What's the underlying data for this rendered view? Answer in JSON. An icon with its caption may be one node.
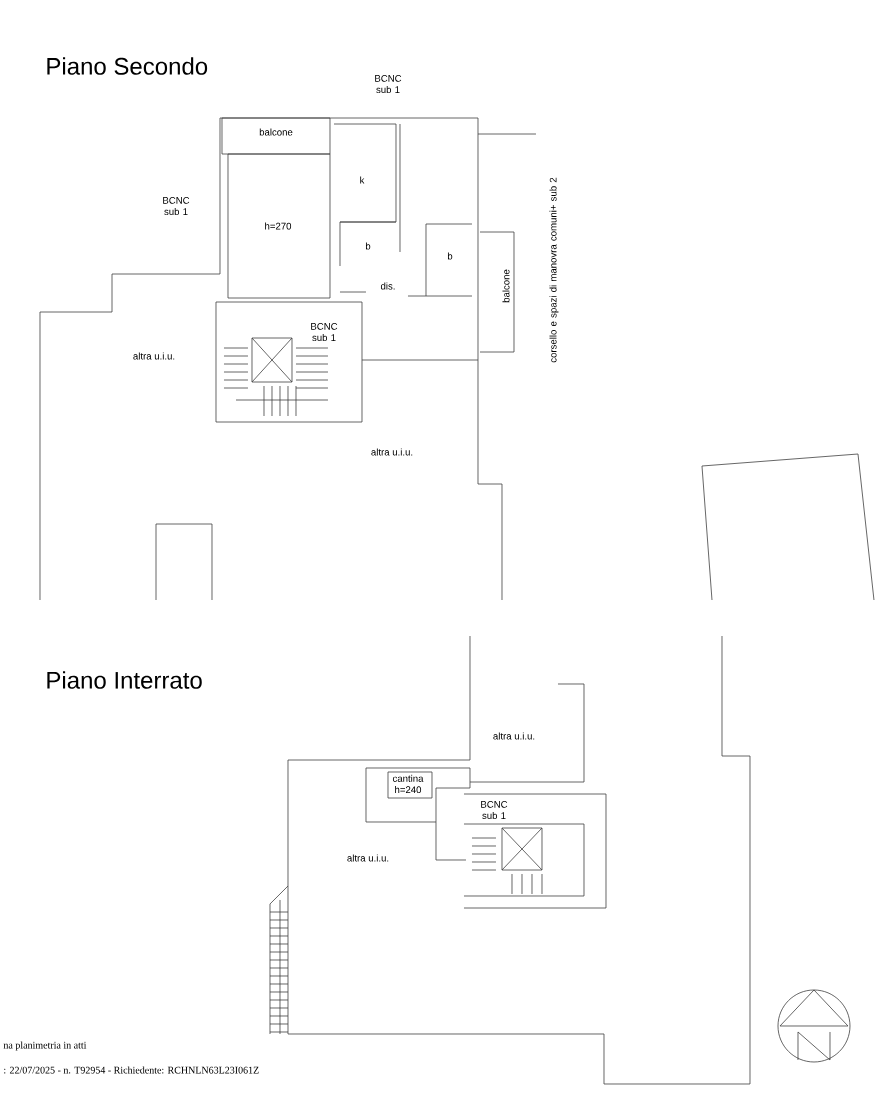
{
  "diagram": {
    "labels": [
      "Piano Secondo",
      "BCNC sub 1",
      "balcone",
      "k",
      "BCNC sub 1",
      "h=270",
      "b",
      "b",
      "dis.",
      "balcone",
      "corsello e spazi di manovra comuni+ sub 2",
      "BCNC sub 1",
      "altra u.i.u.",
      "altra u.i.u.",
      "Piano Interrato",
      "altra u.i.u.",
      "cantina h=240",
      "BCNC sub 1",
      "altra u.i.u.",
      "na planimetria in atti",
      ": 22/07/2025 - n. T92954 - Richiedente: RCHNLN63L23I061Z"
    ]
  }
}
